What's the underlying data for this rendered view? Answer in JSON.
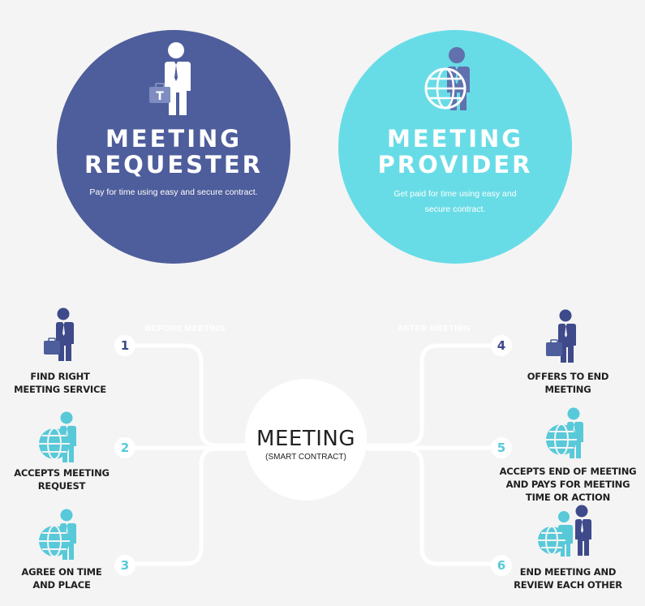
{
  "requester": {
    "title_line1": "MEETING",
    "title_line2": "REQUESTER",
    "subtitle": "Pay for time using easy and secure contract.",
    "color": "#4e5d9b",
    "briefcase_mark": "T"
  },
  "provider": {
    "title_line1": "MEETING",
    "title_line2": "PROVIDER",
    "subtitle_line1": "Get paid for time using easy and",
    "subtitle_line2": "secure contract.",
    "color": "#68dce6"
  },
  "phases": {
    "before": "BEFORE MEETING",
    "after": "AFTER MEETING"
  },
  "center": {
    "title": "MEETING",
    "subtitle": "(SMART CONTRACT)"
  },
  "steps": [
    {
      "number": "1",
      "line1": "FIND RIGHT",
      "line2": "MEETING SERVICE",
      "icon": "businessman-briefcase-icon"
    },
    {
      "number": "2",
      "line1": "ACCEPTS MEETING",
      "line2": "REQUEST",
      "icon": "businessman-globe-icon"
    },
    {
      "number": "3",
      "line1": "AGREE ON TIME",
      "line2": "AND PLACE",
      "icon": "businessman-globe-icon"
    },
    {
      "number": "4",
      "line1": "OFFERS TO END",
      "line2": "MEETING",
      "icon": "businessman-briefcase-icon"
    },
    {
      "number": "5",
      "line1": "ACCEPTS END OF MEETING",
      "line2": "AND PAYS FOR MEETING",
      "line3": "TIME OR ACTION",
      "icon": "businessman-globe-icon"
    },
    {
      "number": "6",
      "line1": "END MEETING AND",
      "line2": "REVIEW EACH OTHER",
      "icon": "two-businessmen-icon"
    }
  ],
  "colors": {
    "dark_blue": "#3e4a8a",
    "light_blue": "#58c9d9",
    "background": "#f4f4f4",
    "connector": "#ffffff"
  }
}
